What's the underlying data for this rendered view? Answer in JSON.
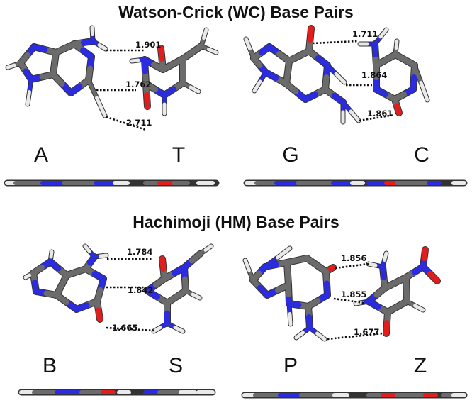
{
  "titles": {
    "wc": "Watson-Crick (WC) Base Pairs",
    "hm": "Hachimoji (HM) Base Pairs"
  },
  "panels": {
    "at": {
      "left_base": "A",
      "right_base": "T",
      "distances": [
        "1.901",
        "1.762",
        "2.711"
      ]
    },
    "gc": {
      "left_base": "G",
      "right_base": "C",
      "distances": [
        "1.711",
        "1.864",
        "1.861"
      ]
    },
    "bs": {
      "left_base": "B",
      "right_base": "S",
      "distances": [
        "1.784",
        "1.842",
        "1.665"
      ]
    },
    "pz": {
      "left_base": "P",
      "right_base": "Z",
      "distances": [
        "1.856",
        "1.855",
        "1.677"
      ]
    }
  },
  "colors": {
    "carbon": "#6b6b6b",
    "nitrogen": "#2b2be0",
    "oxygen": "#e01e1e",
    "hydrogen": "#e9e9e9",
    "hbond": "#111111"
  }
}
